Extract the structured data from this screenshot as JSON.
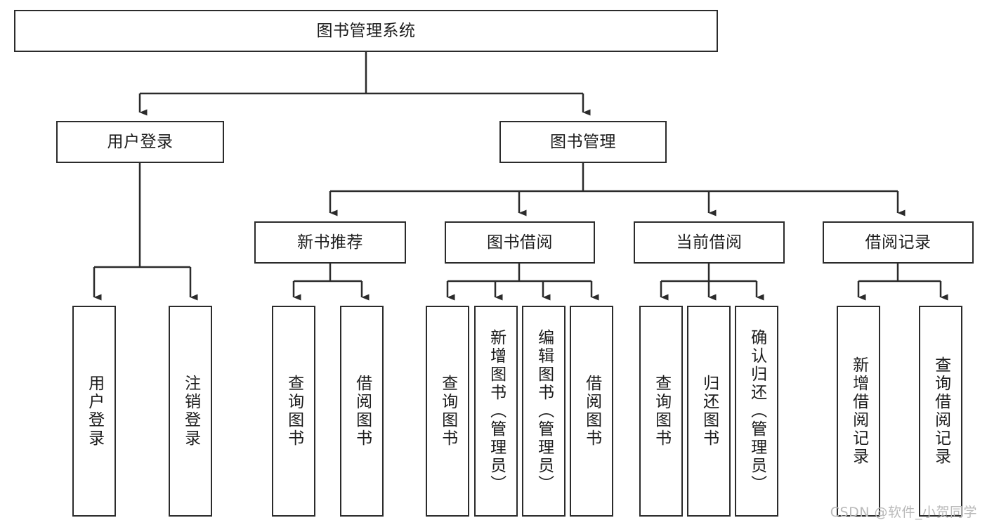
{
  "diagram": {
    "type": "tree-hierarchy-chart",
    "title_node": {
      "id": "root",
      "label": "图书管理系统"
    },
    "level2": [
      {
        "id": "user-login",
        "label": "用户登录"
      },
      {
        "id": "book-management",
        "label": "图书管理"
      }
    ],
    "level3": [
      {
        "id": "new-book-recommend",
        "label": "新书推荐",
        "parent": "book-management"
      },
      {
        "id": "book-borrow",
        "label": "图书借阅",
        "parent": "book-management"
      },
      {
        "id": "current-borrow",
        "label": "当前借阅",
        "parent": "book-management"
      },
      {
        "id": "borrow-record",
        "label": "借阅记录",
        "parent": "book-management"
      }
    ],
    "leaves": [
      {
        "id": "leaf-user-login",
        "label": "用户登录",
        "parent": "user-login"
      },
      {
        "id": "leaf-logout-login",
        "label": "注销登录",
        "parent": "user-login"
      },
      {
        "id": "leaf-query-book-1",
        "label": "查询图书",
        "parent": "new-book-recommend"
      },
      {
        "id": "leaf-borrow-book-1",
        "label": "借阅图书",
        "parent": "new-book-recommend"
      },
      {
        "id": "leaf-query-book-2",
        "label": "查询图书",
        "parent": "book-borrow"
      },
      {
        "id": "leaf-add-book",
        "label": "新增图书（管理员）",
        "parent": "book-borrow"
      },
      {
        "id": "leaf-edit-book",
        "label": "编辑图书（管理员）",
        "parent": "book-borrow"
      },
      {
        "id": "leaf-borrow-book-2",
        "label": "借阅图书",
        "parent": "book-borrow"
      },
      {
        "id": "leaf-query-book-3",
        "label": "查询图书",
        "parent": "current-borrow"
      },
      {
        "id": "leaf-return-book",
        "label": "归还图书",
        "parent": "current-borrow"
      },
      {
        "id": "leaf-confirm-return",
        "label": "确认归还（管理员）",
        "parent": "current-borrow"
      },
      {
        "id": "leaf-add-record",
        "label": "新增借阅记录",
        "parent": "borrow-record"
      },
      {
        "id": "leaf-query-record",
        "label": "查询借阅记录",
        "parent": "borrow-record"
      }
    ],
    "watermark": "CSDN @软件_小贺同学",
    "colors": {
      "stroke": "#2b2b2b",
      "fill": "#ffffff",
      "text": "#1c1c1c",
      "watermark": "#b9b9b9"
    }
  }
}
